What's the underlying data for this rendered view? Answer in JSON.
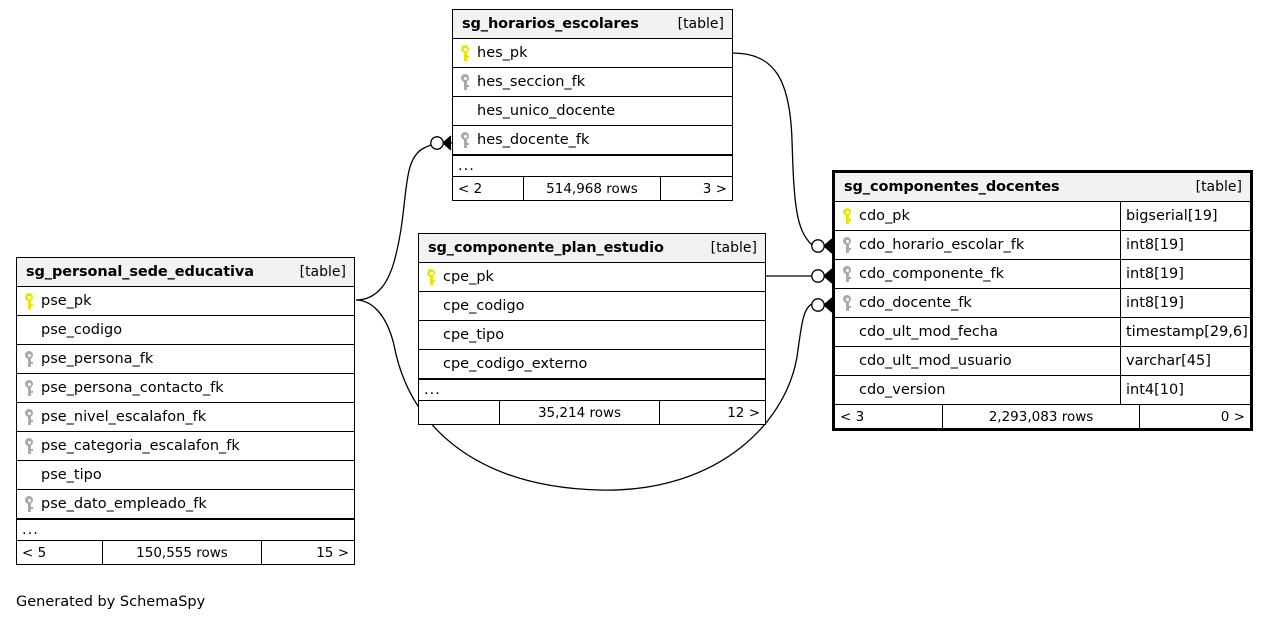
{
  "diagram": {
    "caption": "Generated by SchemaSpy",
    "table_tag": "[table]",
    "ellipsis": "...",
    "rows_suffix": "rows"
  },
  "tables": {
    "horarios": {
      "name": "sg_horarios_escolares",
      "tag": "[table]",
      "columns": [
        {
          "key": "pk",
          "name": "hes_pk"
        },
        {
          "key": "fk",
          "name": "hes_seccion_fk"
        },
        {
          "key": "none",
          "name": "hes_unico_docente"
        },
        {
          "key": "fk",
          "name": "hes_docente_fk"
        }
      ],
      "more": "...",
      "footer": {
        "left": "< 2",
        "middle": "514,968 rows",
        "right": "3 >"
      }
    },
    "personal": {
      "name": "sg_personal_sede_educativa",
      "tag": "[table]",
      "columns": [
        {
          "key": "pk",
          "name": "pse_pk"
        },
        {
          "key": "none",
          "name": "pse_codigo"
        },
        {
          "key": "fk",
          "name": "pse_persona_fk"
        },
        {
          "key": "fk",
          "name": "pse_persona_contacto_fk"
        },
        {
          "key": "fk",
          "name": "pse_nivel_escalafon_fk"
        },
        {
          "key": "fk",
          "name": "pse_categoria_escalafon_fk"
        },
        {
          "key": "none",
          "name": "pse_tipo"
        },
        {
          "key": "fk",
          "name": "pse_dato_empleado_fk"
        }
      ],
      "more": "...",
      "footer": {
        "left": "< 5",
        "middle": "150,555 rows",
        "right": "15 >"
      }
    },
    "componente": {
      "name": "sg_componente_plan_estudio",
      "tag": "[table]",
      "columns": [
        {
          "key": "pk",
          "name": "cpe_pk"
        },
        {
          "key": "none",
          "name": "cpe_codigo"
        },
        {
          "key": "none",
          "name": "cpe_tipo"
        },
        {
          "key": "none",
          "name": "cpe_codigo_externo"
        }
      ],
      "more": "...",
      "footer": {
        "left": "",
        "middle": "35,214 rows",
        "right": "12 >"
      }
    },
    "componentes_docentes": {
      "name": "sg_componentes_docentes",
      "tag": "[table]",
      "focal": true,
      "columns": [
        {
          "key": "pk",
          "name": "cdo_pk",
          "type": "bigserial[19]"
        },
        {
          "key": "fk",
          "name": "cdo_horario_escolar_fk",
          "type": "int8[19]"
        },
        {
          "key": "fk",
          "name": "cdo_componente_fk",
          "type": "int8[19]"
        },
        {
          "key": "fk",
          "name": "cdo_docente_fk",
          "type": "int8[19]"
        },
        {
          "key": "none",
          "name": "cdo_ult_mod_fecha",
          "type": "timestamp[29,6]"
        },
        {
          "key": "none",
          "name": "cdo_ult_mod_usuario",
          "type": "varchar[45]"
        },
        {
          "key": "none",
          "name": "cdo_version",
          "type": "int4[10]"
        }
      ],
      "footer": {
        "left": "< 3",
        "middle": "2,293,083 rows",
        "right": "0 >"
      }
    }
  },
  "relationships": [
    {
      "from": "sg_horarios_escolares.hes_pk",
      "to": "sg_componentes_docentes.cdo_horario_escolar_fk"
    },
    {
      "from": "sg_componente_plan_estudio.cpe_pk",
      "to": "sg_componentes_docentes.cdo_componente_fk"
    },
    {
      "from": "sg_personal_sede_educativa.pse_pk",
      "to": "sg_componentes_docentes.cdo_docente_fk"
    },
    {
      "from": "sg_personal_sede_educativa.pse_pk",
      "to": "sg_horarios_escolares.hes_docente_fk"
    }
  ],
  "colors": {
    "primary_key": "#e8e800",
    "foreign_key": "#aaaaaa",
    "header_bg": "#f2f2f2",
    "border": "#000000",
    "background": "#ffffff"
  }
}
